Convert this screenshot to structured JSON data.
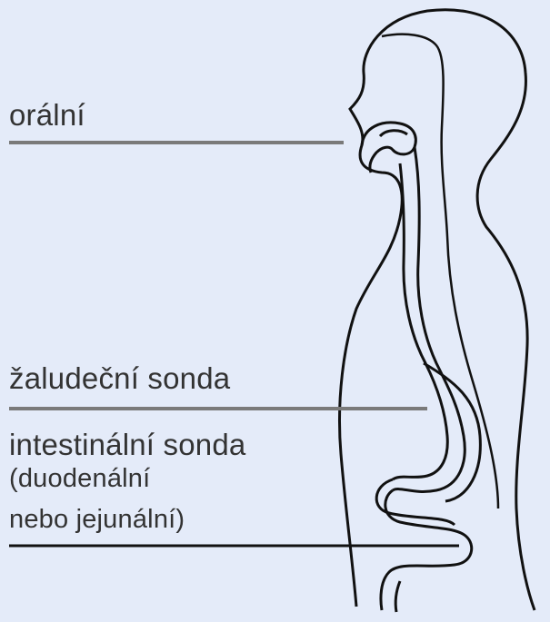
{
  "labels": {
    "oral": "orální",
    "gastric": "žaludeční sonda",
    "intestinal": "intestinální sonda",
    "intestinal_detail_1": "(duodenální",
    "intestinal_detail_2": "nebo jejunální)"
  },
  "colors": {
    "background": "#e4ebf9",
    "body_outline": "#111111",
    "oral_line": "#7a7a7a",
    "gastric_line": "#7a7a7a",
    "intestinal_line": "#111111",
    "text": "#333333"
  }
}
